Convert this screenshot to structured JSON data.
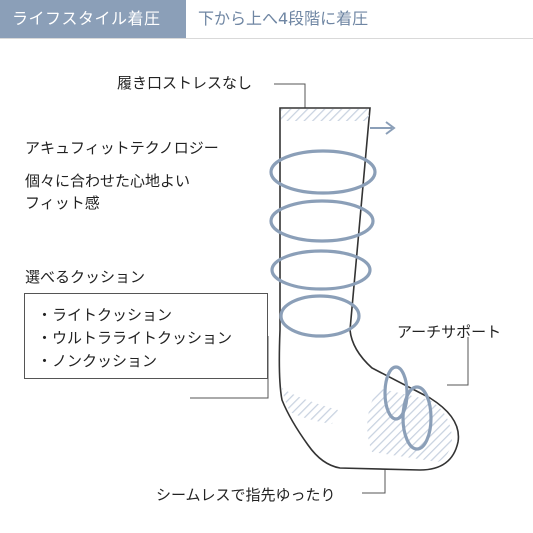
{
  "header": {
    "tag": "ライフスタイル着圧",
    "title": "下から上へ4段階に着圧"
  },
  "labels": {
    "opening": "履き口ストレスなし",
    "technology": "アキュフィットテクノロジー",
    "fit_line1": "個々に合わせた心地よい",
    "fit_line2": "フィット感",
    "cushion_heading": "選べるクッション",
    "arch": "アーチサポート",
    "toe": "シームレスで指先ゆったり"
  },
  "cushion_options": [
    "・ライトクッション",
    "・ウルトラライトクッション",
    "・ノンクッション"
  ],
  "colors": {
    "accent": "#8b9fb8",
    "title_text": "#6f86a3",
    "outline": "#333333",
    "hatch": "#c8d2e0"
  }
}
